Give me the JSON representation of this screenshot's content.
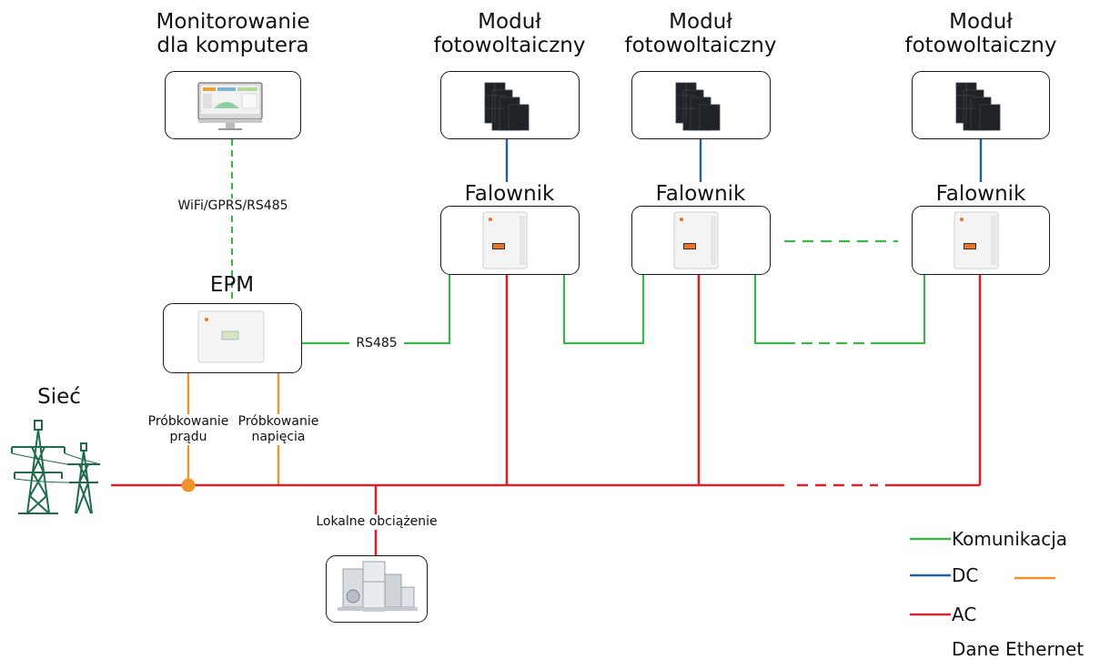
{
  "labels": {
    "monitoring": "Monitorowanie\ndla komputera",
    "pv_module_1": "Moduł\nfotowoltaiczny",
    "pv_module_2": "Moduł\nfotowoltaiczny",
    "pv_module_3": "Moduł\nfotowoltaiczny",
    "inverter_1": "Falownik",
    "inverter_2": "Falownik",
    "inverter_3": "Falownik",
    "epm": "EPM",
    "wifi_link": "WiFi/GPRS/RS485",
    "rs485_link": "RS485",
    "grid": "Sieć",
    "current_sampling": "Próbkowanie\nprądu",
    "voltage_sampling": "Próbkowanie\nnapięcia",
    "local_load": "Lokalne obciążenie"
  },
  "legend": {
    "communication": "Komunikacja",
    "dc": "DC",
    "ac": "AC",
    "ethernet": "Dane Ethernet"
  },
  "colors": {
    "communication": "#3db54a",
    "dc": "#1f5fa8",
    "ac": "#d6242f",
    "ethernet": "#f0932b",
    "tower": "#1f6b4a"
  }
}
